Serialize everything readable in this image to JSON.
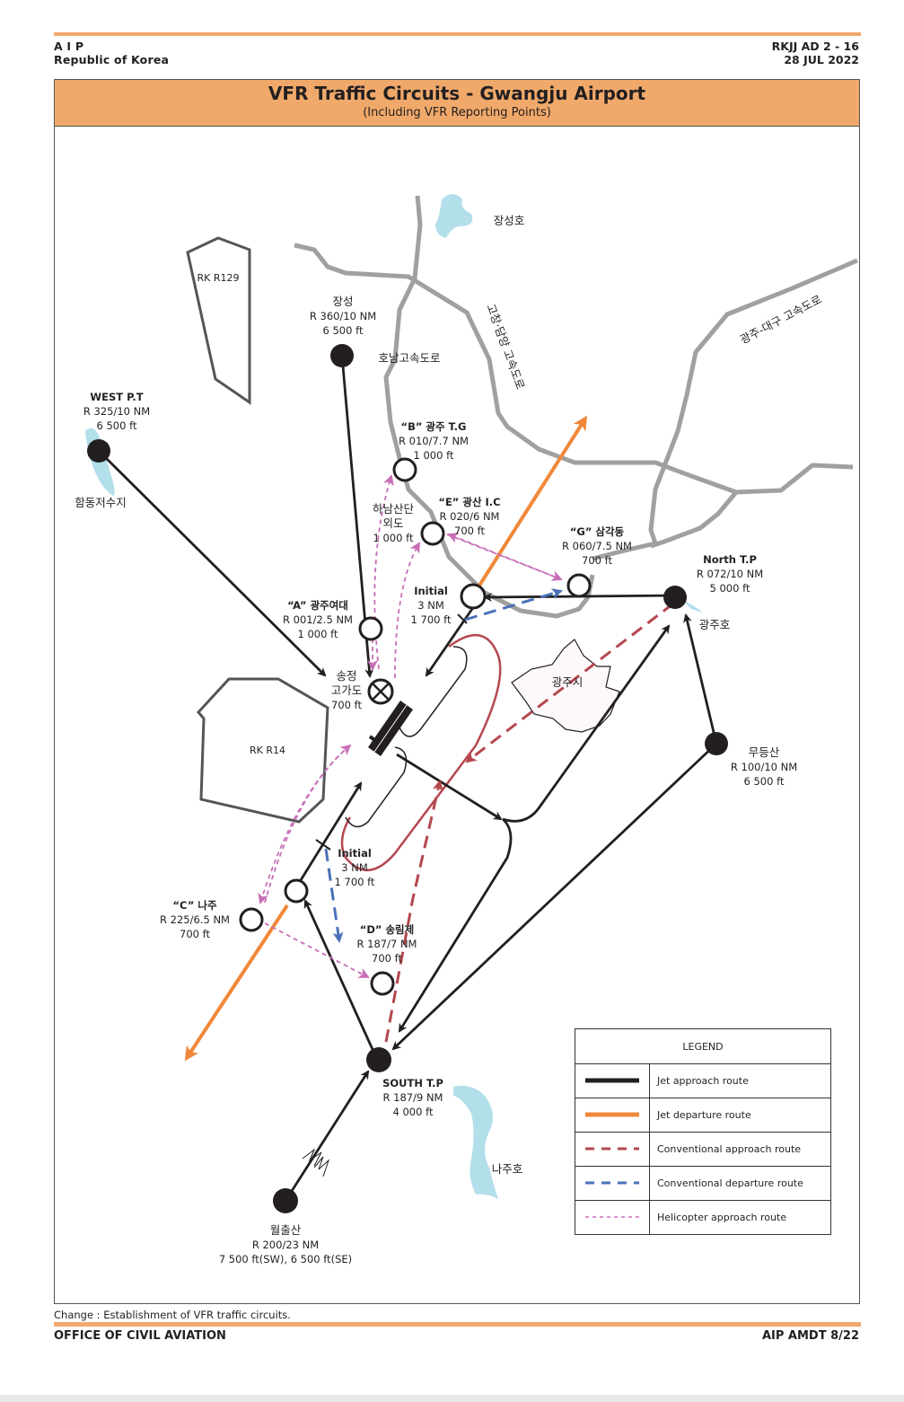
{
  "header": {
    "left_line1": "A I P",
    "left_line2": "Republic of Korea",
    "right_line1": "RKJJ AD 2 - 16",
    "right_line2": "28 JUL 2022"
  },
  "title": "VFR Traffic Circuits - Gwangju Airport",
  "subtitle": "(Including VFR Reporting Points)",
  "colors": {
    "accent_orange": "#f0a96a",
    "jet_approach": "#231f20",
    "jet_departure": "#f0883a",
    "conventional_approach": "#b5474f",
    "conventional_departure": "#4a72b8",
    "helicopter_approach": "#c86fb8",
    "roads": "#a0a0a0",
    "water": "#b3dfea"
  },
  "restricted_areas": [
    {
      "label": "RK R129"
    },
    {
      "label": "RK R14"
    }
  ],
  "roads": [
    {
      "label": "호남고속도로"
    },
    {
      "label": "고창·담양 고속도로"
    },
    {
      "label": "광주-대구 고속도로"
    }
  ],
  "water_labels": [
    "장성호",
    "함동저수지",
    "광주호",
    "나주호"
  ],
  "city_label": "광주시",
  "points": {
    "jangseong": {
      "name": "장성",
      "radial": "R 360/10 NM",
      "alt": "6 500 ft"
    },
    "west_pt": {
      "name": "WEST P.T",
      "radial": "R 325/10 NM",
      "alt": "6 500 ft"
    },
    "north_tp": {
      "name": "North T.P",
      "radial": "R 072/10 NM",
      "alt": "5 000 ft"
    },
    "mudeungsan": {
      "name": "무등산",
      "radial": "R 100/10 NM",
      "alt": "6 500 ft"
    },
    "south_tp": {
      "name": "SOUTH T.P",
      "radial": "R 187/9 NM",
      "alt": "4 000 ft"
    },
    "wolchulsan": {
      "name": "월출산",
      "radial": "R 200/23 NM",
      "alt": "7 500 ft(SW), 6 500 ft(SE)"
    },
    "a": {
      "name": "“A” 광주여대",
      "radial": "R 001/2.5 NM",
      "alt": "1 000 ft"
    },
    "b": {
      "name": "“B” 광주 T.G",
      "radial": "R 010/7.7 NM",
      "alt": "1 000 ft"
    },
    "c": {
      "name": "“C” 나주",
      "radial": "R 225/6.5 NM",
      "alt": "700 ft"
    },
    "d": {
      "name": "“D” 송림제",
      "radial": "R 187/7 NM",
      "alt": "700 ft"
    },
    "e": {
      "name": "“E” 광산 I.C",
      "radial": "R 020/6 NM",
      "alt": "700 ft"
    },
    "g": {
      "name": "“G” 삼각동",
      "radial": "R 060/7.5 NM",
      "alt": "700 ft"
    },
    "hanamsandan": {
      "name1": "하남산단",
      "name2": "외도",
      "alt": "1 000 ft"
    },
    "songjeong": {
      "name1": "송정",
      "name2": "고가도",
      "alt": "700 ft"
    },
    "initial_north": {
      "name": "Initial",
      "dist": "3 NM",
      "alt": "1 700 ft"
    },
    "initial_south": {
      "name": "Initial",
      "dist": "3 NM",
      "alt": "1 700 ft"
    }
  },
  "legend": {
    "title": "LEGEND",
    "items": [
      {
        "label": "Jet approach route",
        "style": "solid",
        "color": "#231f20"
      },
      {
        "label": "Jet departure route",
        "style": "solid",
        "color": "#f0883a"
      },
      {
        "label": "Conventional approach route",
        "style": "dashed",
        "color": "#b5474f"
      },
      {
        "label": "Conventional departure route",
        "style": "dashed",
        "color": "#4a72b8"
      },
      {
        "label": "Helicopter approach route",
        "style": "dotted",
        "color": "#c86fb8"
      }
    ]
  },
  "footer": {
    "change_note": "Change : Establishment of VFR traffic circuits.",
    "left": "OFFICE OF CIVIL AVIATION",
    "right": "AIP AMDT 8/22"
  }
}
